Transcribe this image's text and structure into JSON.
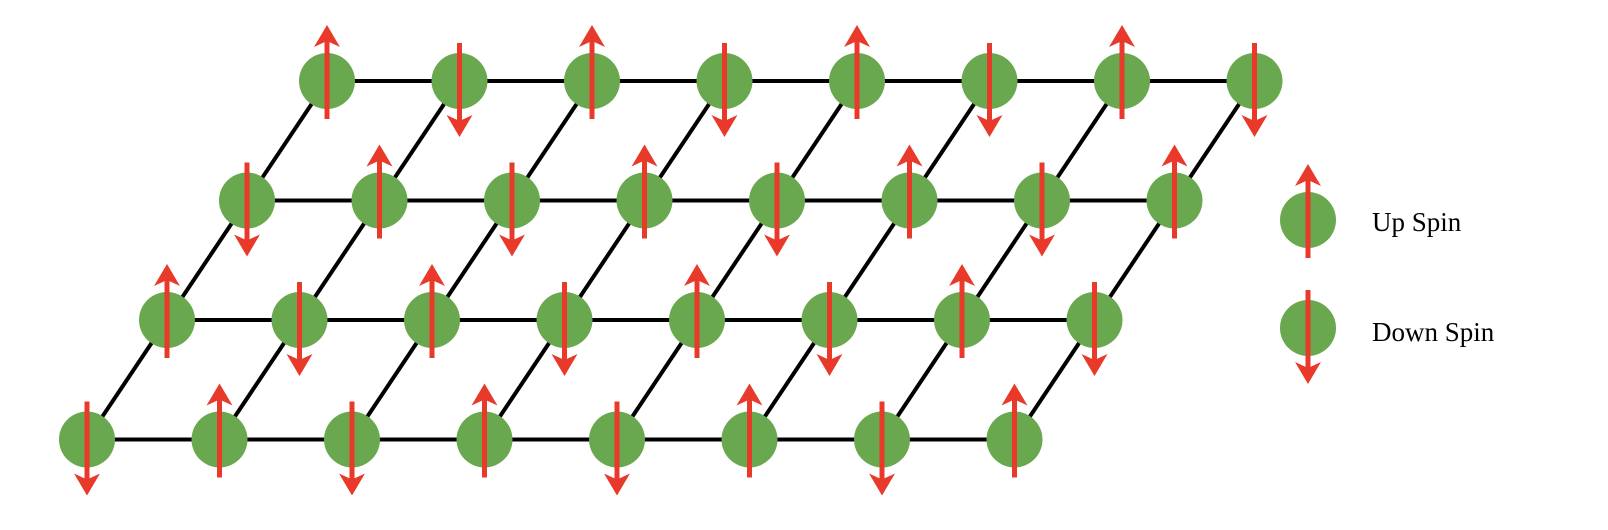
{
  "colors": {
    "site": "#6aa84f",
    "arrow": "#e8392b",
    "bond": "#000000",
    "background": "#ffffff"
  },
  "lattice": {
    "rows": [
      [
        "up",
        "down",
        "up",
        "down",
        "up",
        "down",
        "up",
        "down"
      ],
      [
        "down",
        "up",
        "down",
        "up",
        "down",
        "up",
        "down",
        "up"
      ],
      [
        "up",
        "down",
        "up",
        "down",
        "up",
        "down",
        "up",
        "down"
      ],
      [
        "down",
        "up",
        "down",
        "up",
        "down",
        "up",
        "down",
        "up"
      ]
    ]
  },
  "legend": {
    "up_label": "Up Spin",
    "down_label": "Down Spin"
  }
}
